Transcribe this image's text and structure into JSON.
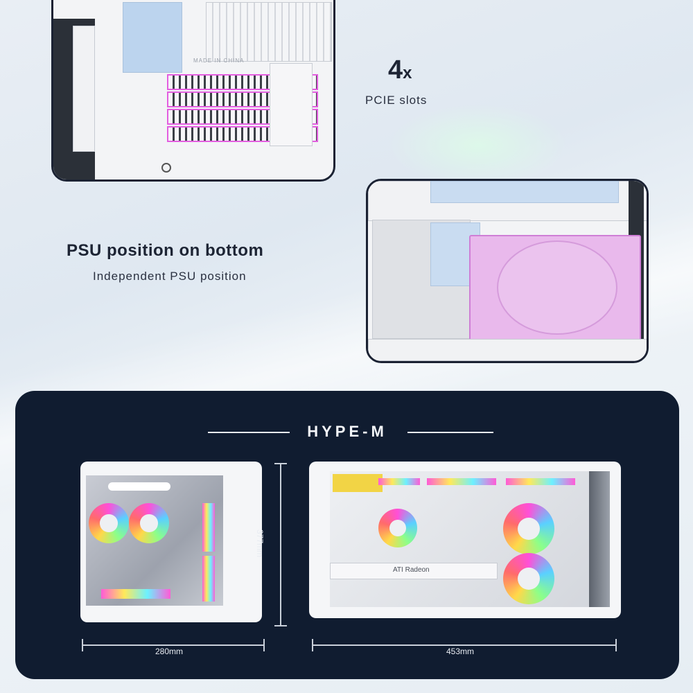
{
  "pcie": {
    "count_label": "4",
    "multiplier": "x",
    "caption": "PCIE slots",
    "stamp": "MADE IN CHINA"
  },
  "psu": {
    "title": "PSU position on bottom",
    "subtitle": "Independent PSU position"
  },
  "spec_card": {
    "brand": "HYPE-M",
    "height_label": "377mm",
    "depth_label": "280mm",
    "width_label": "453mm",
    "gpu_label": "ATI Radeon"
  },
  "colors": {
    "accent_pink": "#e35ee0",
    "card_bg": "#101c30",
    "psu_pink": "#e9b9ec"
  }
}
